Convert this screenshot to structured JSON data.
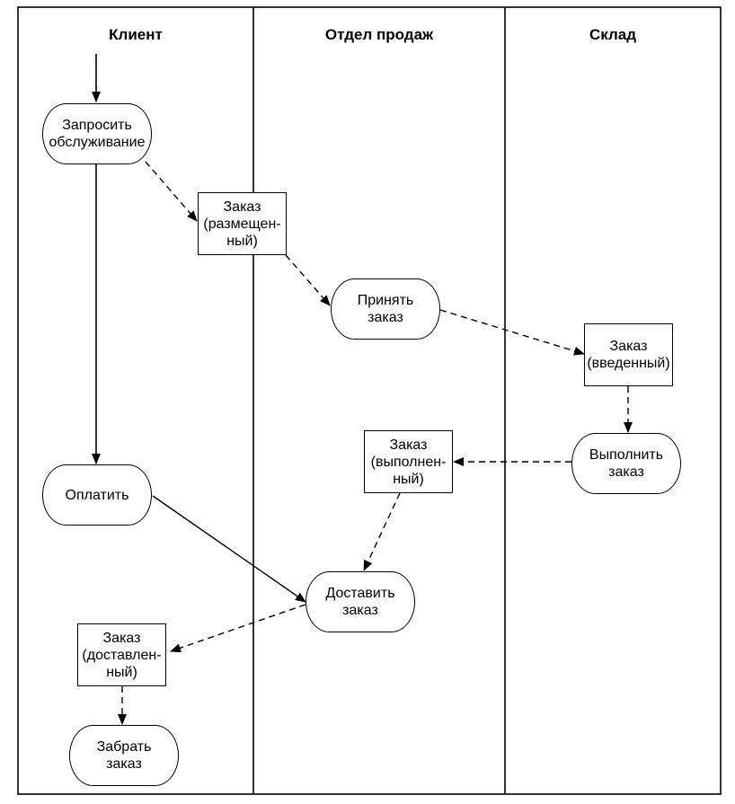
{
  "lanes": [
    {
      "title": "Клиент"
    },
    {
      "title": "Отдел продаж"
    },
    {
      "title": "Склад"
    }
  ],
  "nodes": {
    "request": "Запросить\nобслуживание",
    "order_placed": "Заказ\n(размещен-\nный)",
    "accept": "Принять\nзаказ",
    "order_entered": "Заказ\n(введенный)",
    "fulfill": "Выполнить\nзаказ",
    "order_filled": "Заказ\n(выполнен-\nный)",
    "pay": "Оплатить",
    "deliver": "Доставить\nзаказ",
    "order_delivered": "Заказ\n(доставлен-\nный)",
    "collect": "Забрать\nзаказ"
  }
}
